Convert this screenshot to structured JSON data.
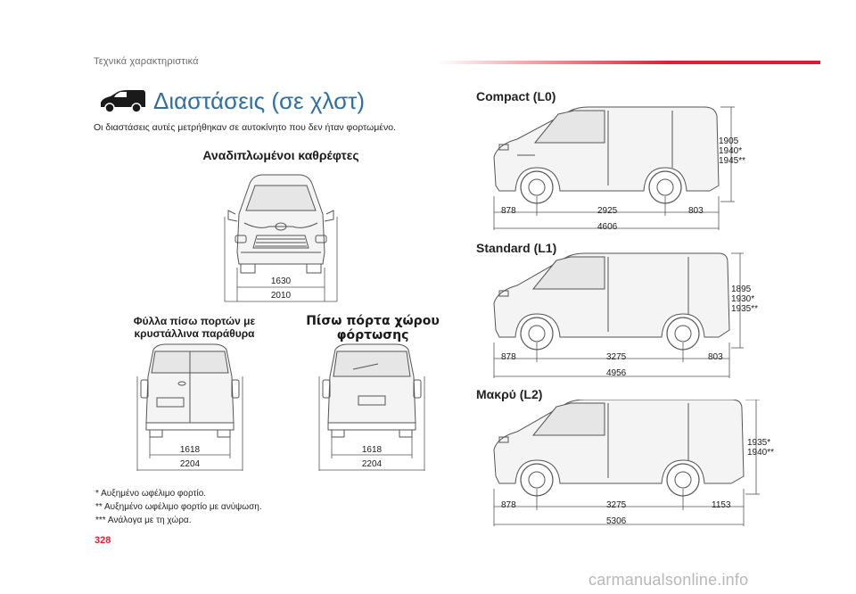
{
  "header": {
    "section": "Τεχνικά χαρακτηριστικά"
  },
  "title": "Διαστάσεις (σε χλστ)",
  "intro": "Οι διαστάσεις αυτές μετρήθηκαν σε αυτοκίνητο που δεν ήταν φορτωμένο.",
  "front_view": {
    "label": "Αναδιπλωμένοι καθρέφτες",
    "width_inner": "1630",
    "width_outer": "2010"
  },
  "rear_doors": {
    "label_line1": "Φύλλα πίσω πορτών με",
    "label_line2": "κρυστάλλινα παράθυρα",
    "width_inner": "1618",
    "width_outer": "2204"
  },
  "rear_hatch": {
    "label_line1": "Πίσω πόρτα χώρου",
    "label_line2": "φόρτωσης",
    "width_inner": "1618",
    "width_outer": "2204"
  },
  "variants": [
    {
      "name": "Compact (L0)",
      "front_overhang": "878",
      "wheelbase": "2925",
      "rear_overhang": "803",
      "length": "4606",
      "heights": [
        "1905",
        "1940*",
        "1945**"
      ]
    },
    {
      "name": "Standard (L1)",
      "front_overhang": "878",
      "wheelbase": "3275",
      "rear_overhang": "803",
      "length": "4956",
      "heights": [
        "1895",
        "1930*",
        "1935**"
      ]
    },
    {
      "name": "Μακρύ (L2)",
      "front_overhang": "878",
      "wheelbase": "3275",
      "rear_overhang": "1153",
      "length": "5306",
      "heights": [
        "1935*",
        "1940**"
      ]
    }
  ],
  "footnotes": [
    "* Αυξημένο ωφέλιμο φορτίο.",
    "** Αυξημένο ωφέλιμο φορτίο με ανύψωση.",
    "*** Ανάλογα με τη χώρα."
  ],
  "page_number": "328",
  "watermark": "carmanualsonline.info",
  "colors": {
    "accent_red": "#e02030",
    "title_blue": "#2f6fa3",
    "line_gray": "#555555"
  }
}
